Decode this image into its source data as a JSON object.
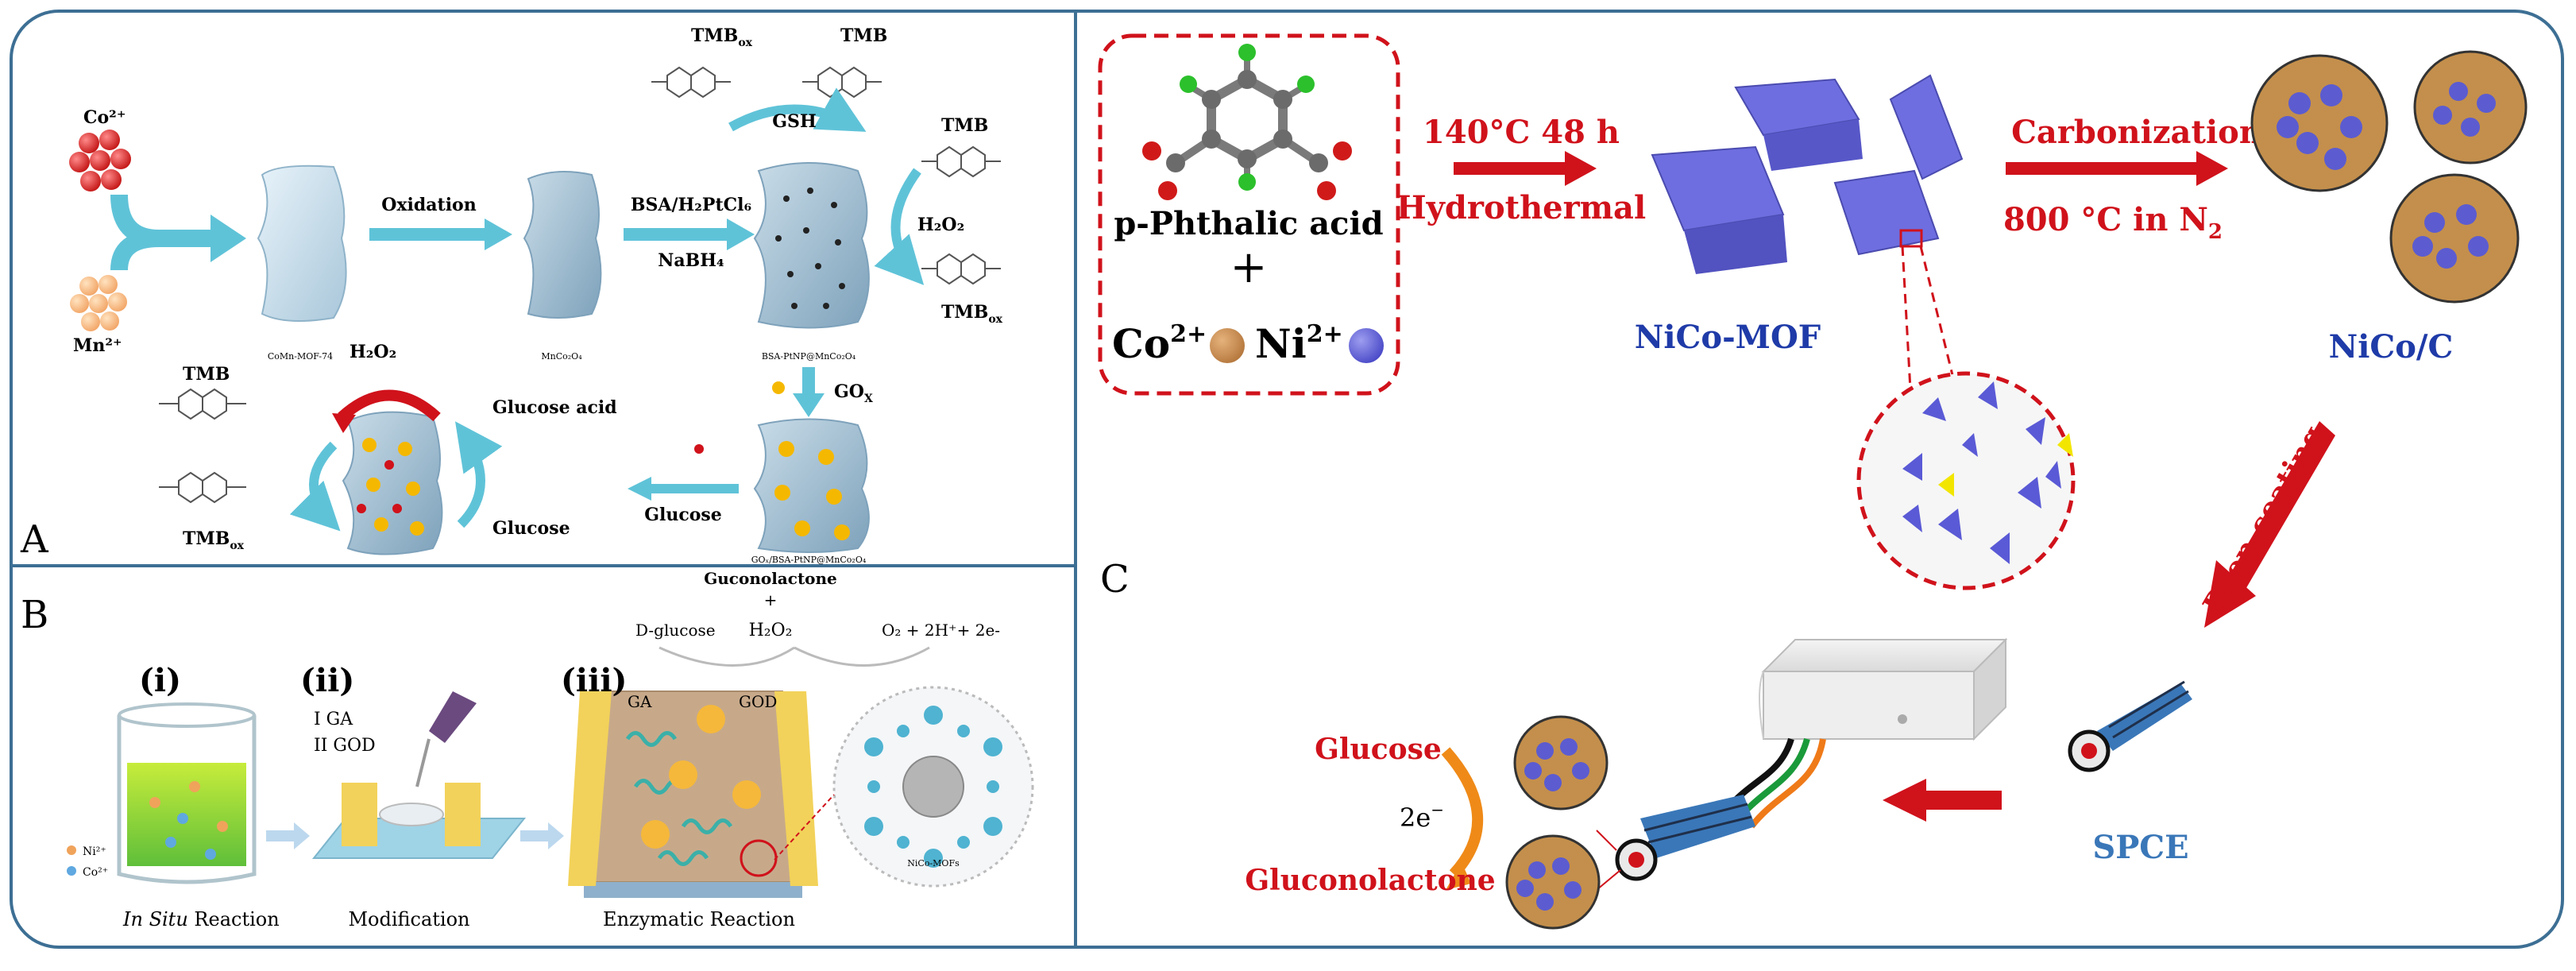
{
  "panel_a": {
    "label": "A",
    "co2": "Co²⁺",
    "mn2": "Mn²⁺",
    "oxidation": "Oxidation",
    "cumn_mof": "CoMn-MOF-74",
    "mnco2o4": "MnCo₂O₄",
    "bsa_h2ptcl6": "BSA/H₂PtCl₆",
    "nabh4": "NaBH₄",
    "bsa_ptnp": "BSA-PtNP@MnCo₂O₄",
    "tmb_ox_top": "TMB",
    "tmb_ox_top_sub": "ox",
    "tmb_top": "TMB",
    "gsh": "GSH",
    "tmb_right": "TMB",
    "h2o2_right": "H₂O₂",
    "tmbox_right": "TMB",
    "tmbox_right_sub": "ox",
    "gox": "GO",
    "gox_sub": "X",
    "glucose_acid": "Glucose acid",
    "glucose_mid": "Glucose",
    "glucose_left": "Glucose",
    "h2o2_left": "H₂O₂",
    "tmb_left": "TMB",
    "tmbox_left": "TMB",
    "tmbox_left_sub": "ox",
    "gox_bsa": "GOₓ/BSA-PtNP@MnCo₂O₄"
  },
  "panel_b": {
    "label": "B",
    "step_i": "(i)",
    "step_ii": "(ii)",
    "step_iii": "(iii)",
    "ga_line1": "I GA",
    "ga_line2": "II GOD",
    "ni2": "Ni²⁺",
    "co2": "Co²⁺",
    "in_situ_italic": "In Situ",
    "in_situ_rest": " Reaction",
    "modification": "Modification",
    "enzymatic": "Enzymatic Reaction",
    "d_glucose": "D-glucose",
    "guconolactone": "Guconolactone",
    "plus": "+",
    "h2o2": "H₂O₂",
    "o2_eq": "O₂ + 2H⁺+ 2e-",
    "ga": "GA",
    "god": "GOD",
    "nico_mofs": "NiCo-MOFs"
  },
  "panel_c": {
    "label": "C",
    "p_phthalic": "p-Phthalic acid",
    "plus": "+",
    "co2": "Co",
    "co2_sup": "2+",
    "ni2": "Ni",
    "ni2_sup": "2+",
    "temp_time": "140°C 48 h",
    "hydrothermal": "Hydrothermal",
    "nico_mof": "NiCo-MOF",
    "carbonization": "Carbonization",
    "carb_cond": "800 °C in N",
    "carb_cond_sub": "2",
    "nico_c": "NiCo/C",
    "drop_coating": "Drop-coating",
    "spce": "SPCE",
    "glucose": "Glucose",
    "two_e": "2e",
    "two_e_sup": "−",
    "gluconolactone": "Gluconolactone"
  },
  "colors": {
    "frame": "#3d6f94",
    "red": "#d0121b",
    "blue": "#1f3ba8",
    "cyan_arrow": "#5fc3d8",
    "mof_purple": "#6e6ee0",
    "spce_blue": "#3a77b8"
  }
}
